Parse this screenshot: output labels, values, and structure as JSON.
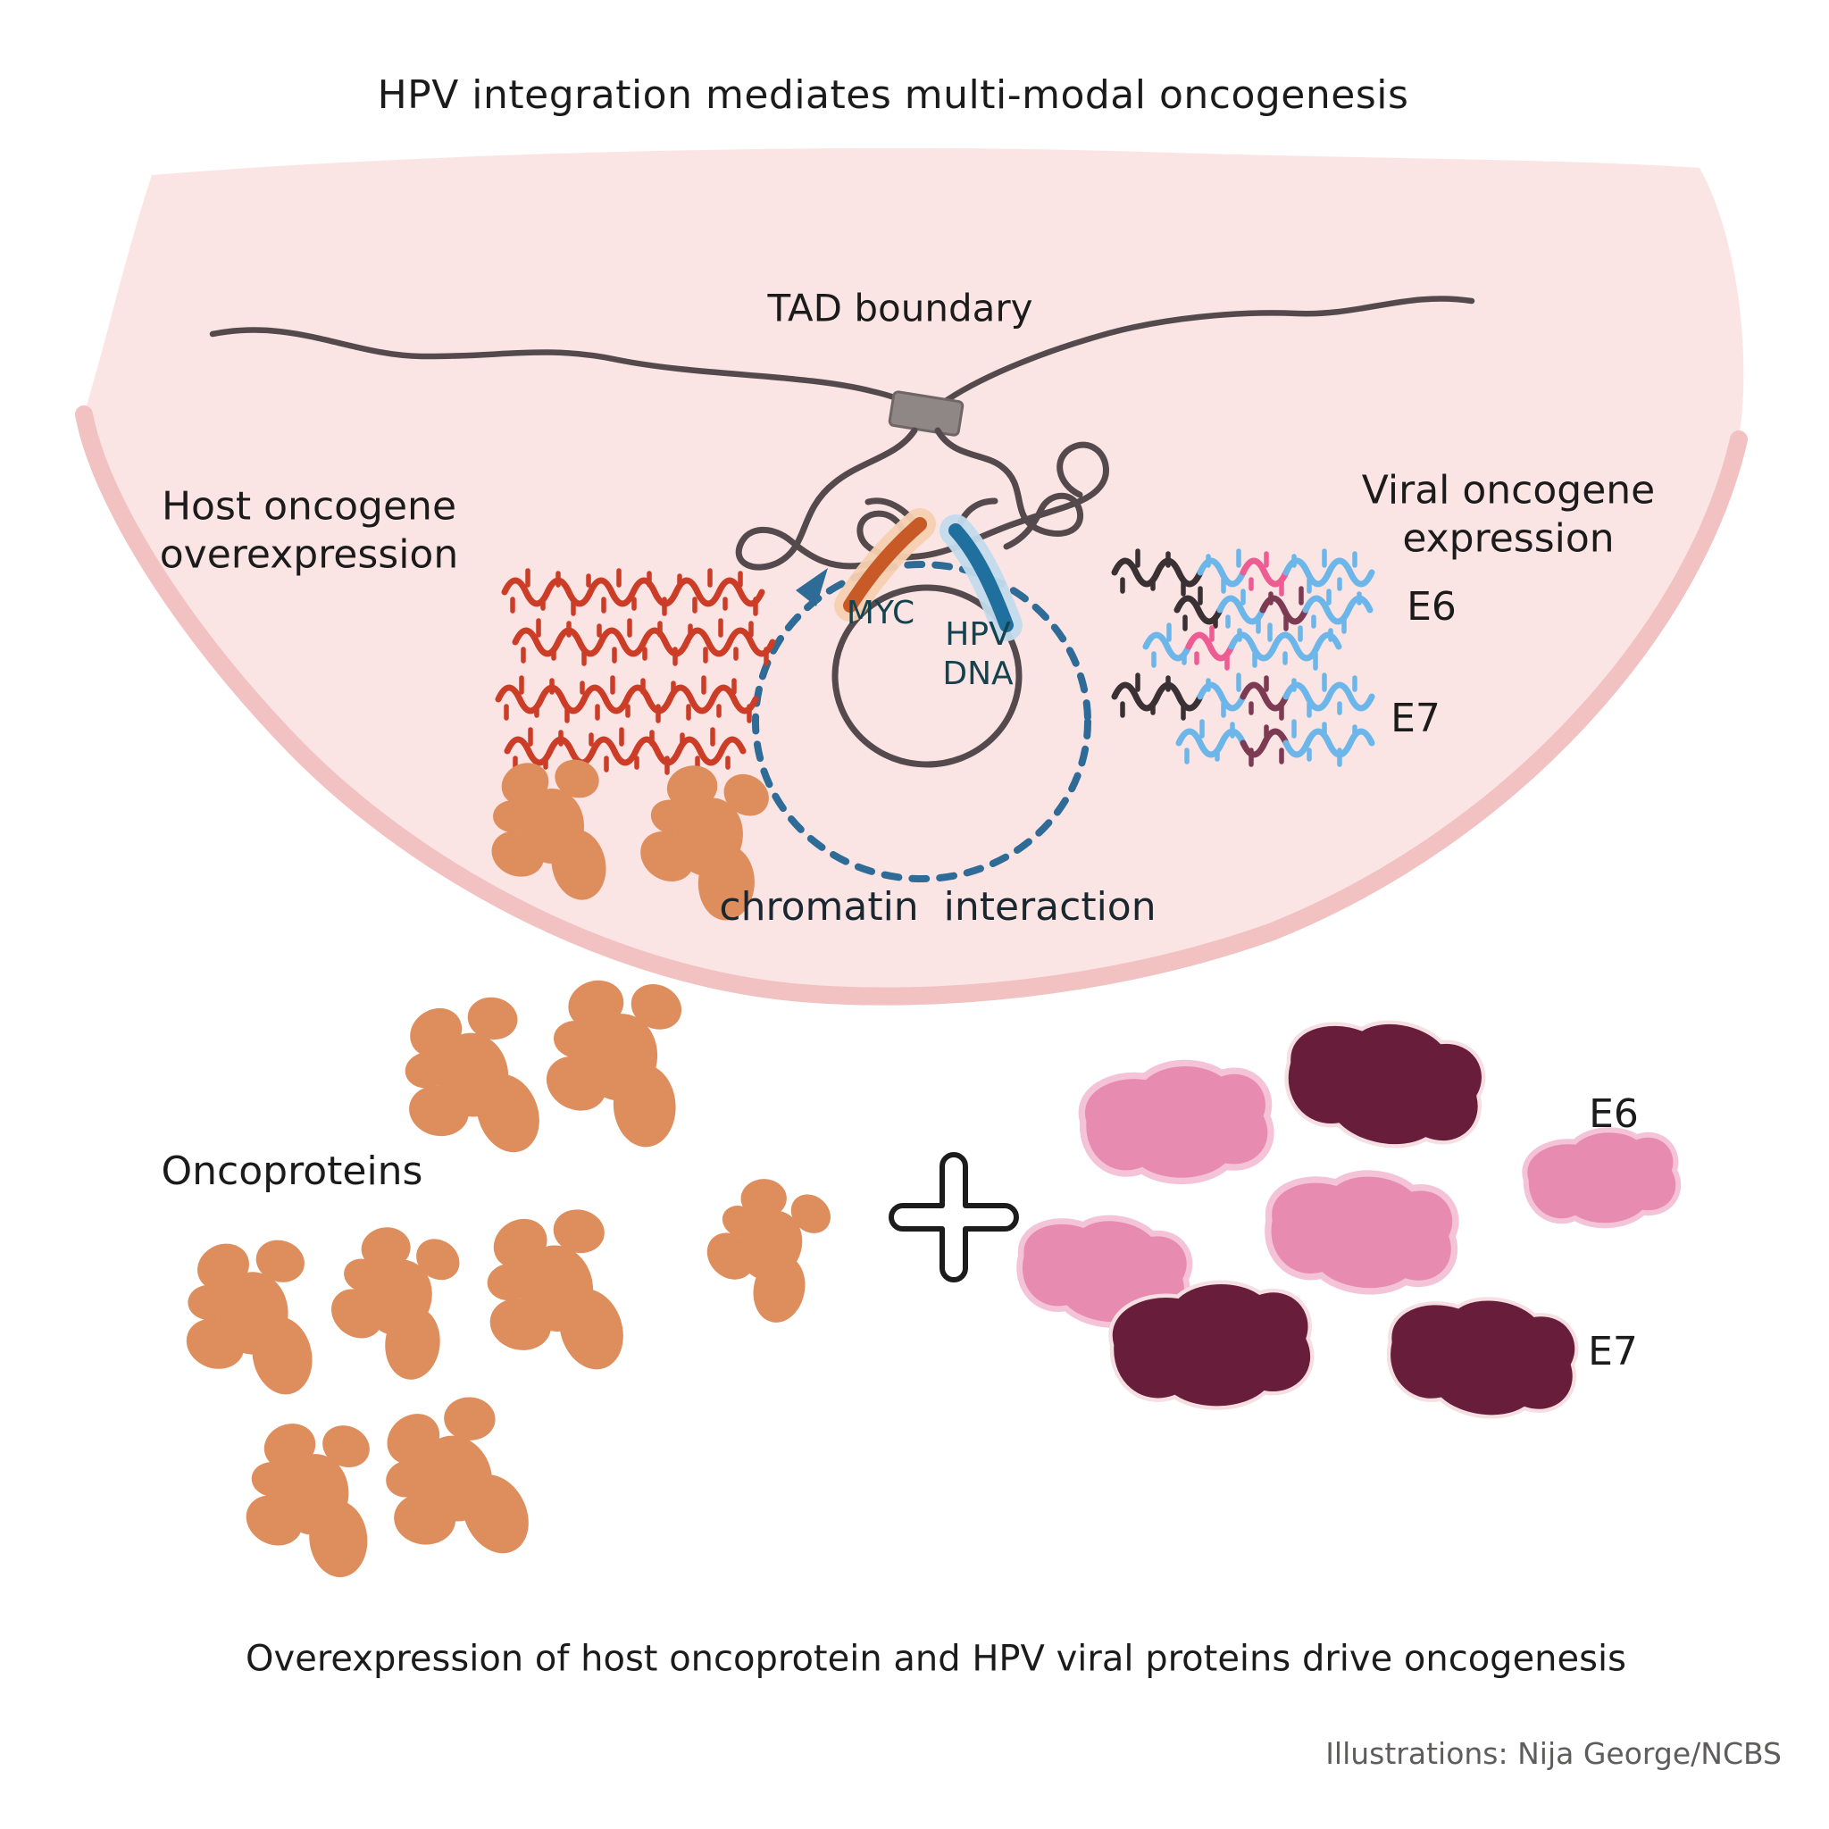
{
  "title": "HPV integration mediates multi-modal oncogenesis",
  "cell": {
    "tad_boundary_label": "TAD boundary",
    "host_oncogene_label": "Host oncogene\noverexpression",
    "viral_oncogene_label": "Viral oncogene\nexpression",
    "viral_e6_label": "E6",
    "viral_e7_label": "E7",
    "myc_label": "MYC",
    "hpv_dna_label": "HPV\nDNA",
    "chromatin_interaction_label": "chromatin  interaction"
  },
  "proteins": {
    "oncoproteins_label": "Oncoproteins",
    "e6_label": "E6",
    "e7_label": "E7"
  },
  "caption": "Overexpression of host oncoprotein and HPV viral proteins drive oncogenesis",
  "credit": "Illustrations: Nija George/NCBS",
  "colors": {
    "cell_fill": "#FBE5E4",
    "cell_border": "#F1C2C1",
    "chromatin": "#544A4E",
    "clamp_fill": "#8F8786",
    "clamp_edge": "#6F6766",
    "myc_gene": "#C75A27",
    "myc_glow": "#F7D0B0",
    "hpv_gene": "#1F6F9F",
    "hpv_glow": "#C3DBEC",
    "dashed_circle": "#2E6B96",
    "host_transcript": "#CC3D27",
    "viral_blue": "#6CB6EA",
    "viral_pink": "#EE5C94",
    "viral_maroon": "#7C3B52",
    "viral_dark": "#3A3134",
    "oncoprotein_orange": "#DE8E5D",
    "e6_pink": "#E78CB0",
    "e6_pink_rim": "#F4C3D8",
    "e7_maroon": "#681E3B",
    "e7_maroon_rim": "#F6DFE2",
    "plus_outline": "#1C1C1C",
    "label_teal": "#14424E",
    "chromatin_text": "#1B2730",
    "text_black": "#1B1B1B",
    "credit_gray": "#5F5C5C"
  }
}
